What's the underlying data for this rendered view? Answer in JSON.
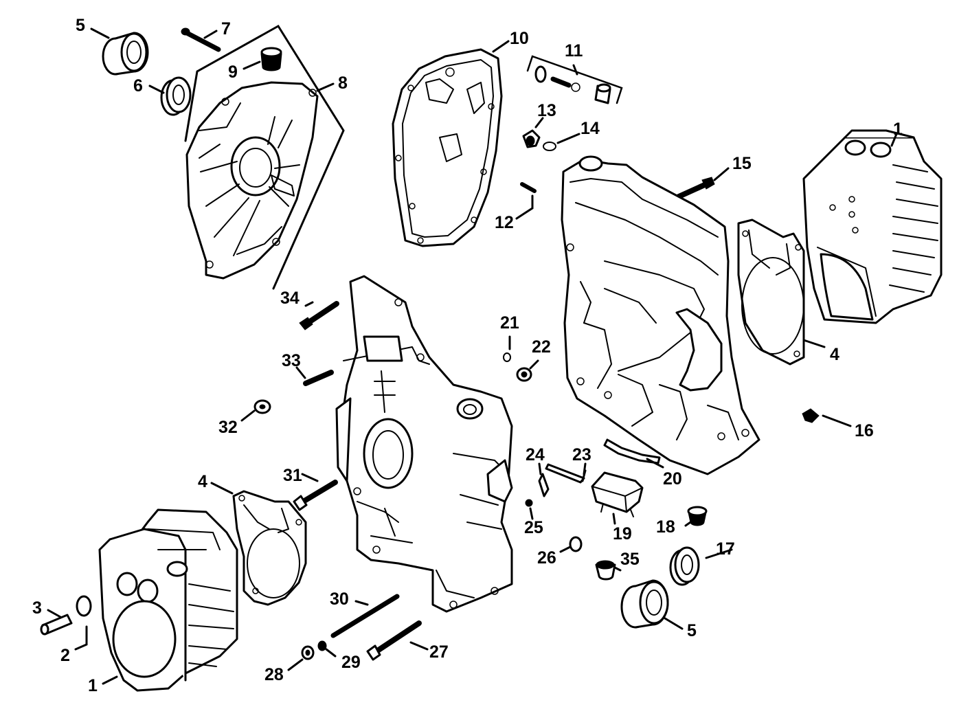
{
  "labels": {
    "n1": "1",
    "n2": "2",
    "n3": "3",
    "n4": "4",
    "n5": "5",
    "n6": "6",
    "n7": "7",
    "n8": "8",
    "n9": "9",
    "n10": "10",
    "n11": "11",
    "n12": "12",
    "n13": "13",
    "n14": "14",
    "n15": "15",
    "n16": "16",
    "n17": "17",
    "n18": "18",
    "n19": "19",
    "n20": "20",
    "n21": "21",
    "n22": "22",
    "n23": "23",
    "n24": "24",
    "n25": "25",
    "n26": "26",
    "n27": "27",
    "n28": "28",
    "n29": "29",
    "n30": "30",
    "n31": "31",
    "n32": "32",
    "n33": "33",
    "n34": "34",
    "n35": "35"
  },
  "colors": {
    "ink": "#000000",
    "paper": "#ffffff"
  }
}
